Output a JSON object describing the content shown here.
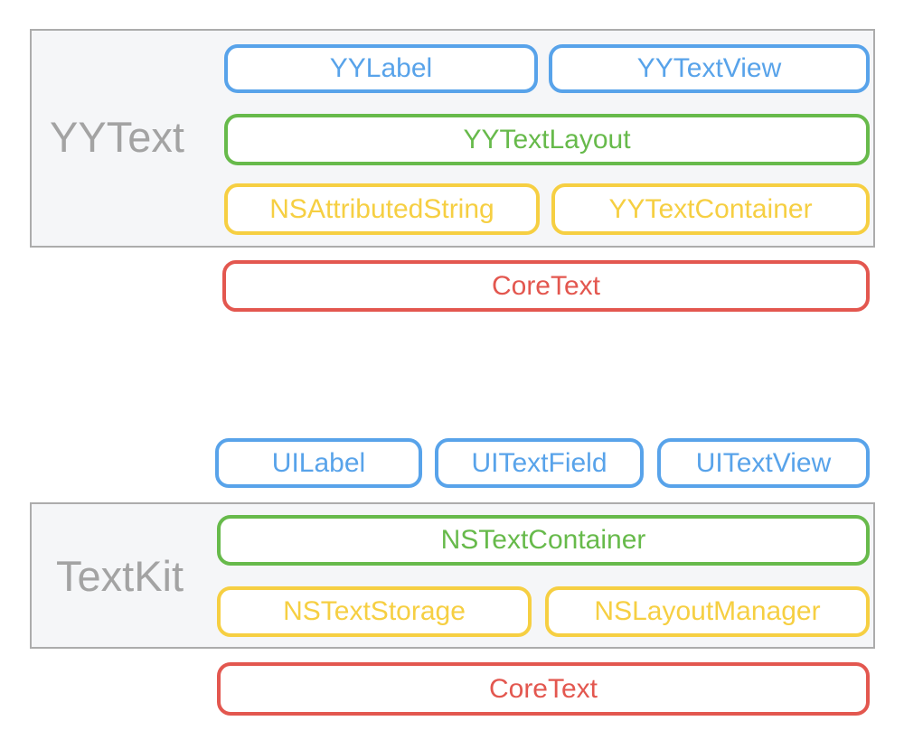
{
  "colors": {
    "blue": "#58a3ea",
    "green": "#67ba4b",
    "yellow": "#f6cf42",
    "red": "#e3574f",
    "gray_label": "#a3a3a3",
    "panel_border": "#acacac",
    "panel_fill": "#f5f6f8"
  },
  "yytext": {
    "group_label": "YYText",
    "view_row": [
      {
        "label": "YYLabel"
      },
      {
        "label": "YYTextView"
      }
    ],
    "layout_row": [
      {
        "label": "YYTextLayout"
      }
    ],
    "model_row": [
      {
        "label": "NSAttributedString"
      },
      {
        "label": "YYTextContainer"
      }
    ],
    "base": {
      "label": "CoreText"
    }
  },
  "textkit": {
    "group_label": "TextKit",
    "ui_row": [
      {
        "label": "UILabel"
      },
      {
        "label": "UITextField"
      },
      {
        "label": "UITextView"
      }
    ],
    "container_row": [
      {
        "label": "NSTextContainer"
      }
    ],
    "storage_row": [
      {
        "label": "NSTextStorage"
      },
      {
        "label": "NSLayoutManager"
      }
    ],
    "base": {
      "label": "CoreText"
    }
  }
}
